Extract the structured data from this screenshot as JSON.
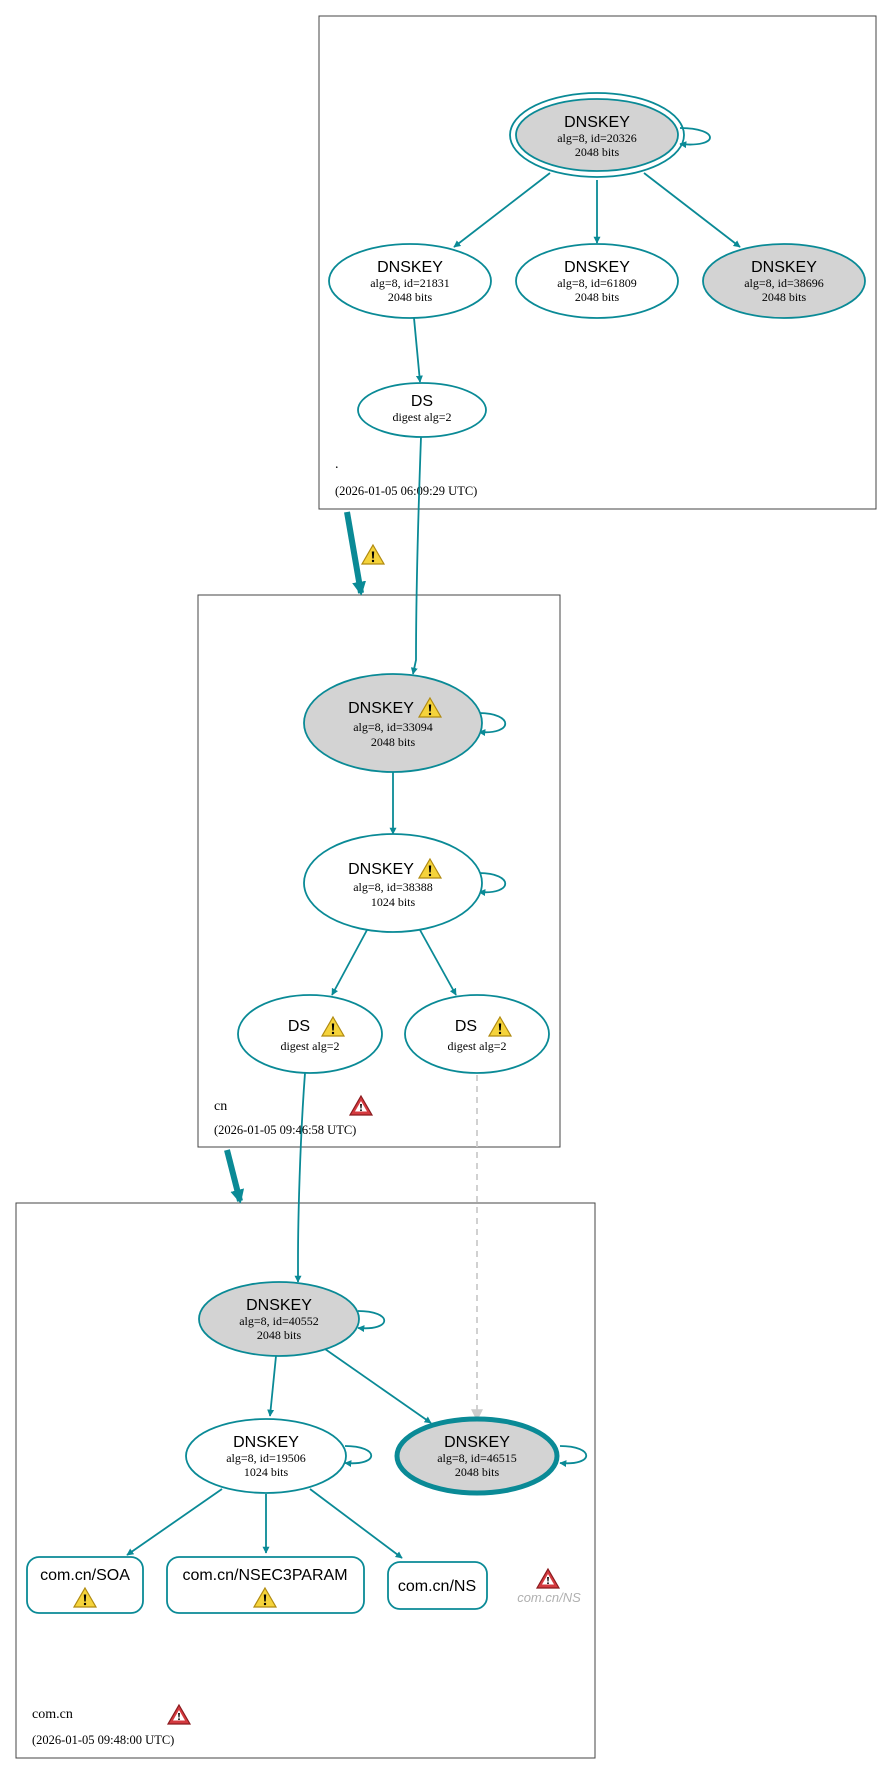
{
  "zones": {
    "root": {
      "name": ".",
      "timestamp": "(2026-01-05 06:09:29 UTC)"
    },
    "cn": {
      "name": "cn",
      "timestamp": "(2026-01-05 09:46:58 UTC)"
    },
    "comcn": {
      "name": "com.cn",
      "timestamp": "(2026-01-05 09:48:00 UTC)"
    }
  },
  "nodes": {
    "root_ksk": {
      "title": "DNSKEY",
      "line1": "alg=8, id=20326",
      "line2": "2048 bits"
    },
    "root_zsk1": {
      "title": "DNSKEY",
      "line1": "alg=8, id=21831",
      "line2": "2048 bits"
    },
    "root_zsk2": {
      "title": "DNSKEY",
      "line1": "alg=8, id=61809",
      "line2": "2048 bits"
    },
    "root_zsk3": {
      "title": "DNSKEY",
      "line1": "alg=8, id=38696",
      "line2": "2048 bits"
    },
    "root_ds": {
      "title": "DS",
      "line1": "digest alg=2"
    },
    "cn_ksk": {
      "title": "DNSKEY",
      "line1": "alg=8, id=33094",
      "line2": "2048 bits"
    },
    "cn_zsk": {
      "title": "DNSKEY",
      "line1": "alg=8, id=38388",
      "line2": "1024 bits"
    },
    "cn_ds1": {
      "title": "DS",
      "line1": "digest alg=2"
    },
    "cn_ds2": {
      "title": "DS",
      "line1": "digest alg=2"
    },
    "comcn_ksk": {
      "title": "DNSKEY",
      "line1": "alg=8, id=40552",
      "line2": "2048 bits"
    },
    "comcn_zsk": {
      "title": "DNSKEY",
      "line1": "alg=8, id=19506",
      "line2": "1024 bits"
    },
    "comcn_sep": {
      "title": "DNSKEY",
      "line1": "alg=8, id=46515",
      "line2": "2048 bits"
    }
  },
  "rrsets": {
    "soa": "com.cn/SOA",
    "nsec3param": "com.cn/NSEC3PARAM",
    "ns": "com.cn/NS",
    "ns_ghost": "com.cn/NS"
  },
  "colors": {
    "edge": "#0a8a96",
    "key_fill": "#d3d3d3",
    "zone_border": "#444444",
    "dashed_edge": "#cccccc",
    "warning": "#f0c419",
    "error": "#c0282d"
  },
  "icons": {
    "warning": "warning-triangle-icon",
    "error": "error-triangle-icon"
  }
}
